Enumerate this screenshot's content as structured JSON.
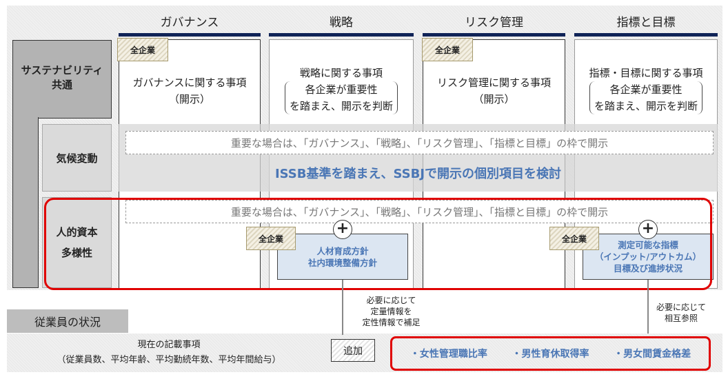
{
  "columns": [
    {
      "header": "ガバナンス",
      "title": "ガバナンスに関する事項",
      "sub": "（開示）",
      "tag": "全企業"
    },
    {
      "header": "戦略",
      "title": "戦略に関する事項",
      "sub1": "各企業が重要性",
      "sub2": "を踏まえ、開示を判断"
    },
    {
      "header": "リスク管理",
      "title": "リスク管理に関する事項",
      "sub": "（開示）",
      "tag": "全企業"
    },
    {
      "header": "指標と目標",
      "title": "指標・目標に関する事項",
      "sub1": "各企業が重要性",
      "sub2": "を踏まえ、開示を判断"
    }
  ],
  "rows": {
    "common": {
      "line1": "サステナビリティ",
      "line2": "共通"
    },
    "climate": {
      "label": "気候変動",
      "note": "重要な場合は、「ガバナンス」、「戦略」、「リスク管理」、「指標と目標」の枠で開示",
      "issb": "ISSB基準を踏まえ、SSBJで開示の個別項目を検討"
    },
    "human": {
      "line1": "人的資本",
      "line2": "多様性",
      "note": "重要な場合は、「ガバナンス」、「戦略」、「リスク管理」、「指標と目標」の枠で開示",
      "strategy_box": {
        "tag": "全企業",
        "plus": "+",
        "line1": "人材育成方針",
        "line2": "社内環境整備方針"
      },
      "metrics_box": {
        "tag": "全企業",
        "plus": "+",
        "line1": "測定可能な指標",
        "line2": "（インプット/アウトカム）",
        "line3": "目標及び進捗状況"
      }
    }
  },
  "connectors": {
    "left": [
      "必要に応じて",
      "定量情報を",
      "定性情報で補足"
    ],
    "right": [
      "必要に応じて",
      "相互参照"
    ]
  },
  "employees": {
    "label": "従業員の状況",
    "current_title": "現在の記載事項",
    "current_items": "（従業員数、平均年齢、平均勤続年数、平均年間給与）",
    "add_label": "追加",
    "added": [
      "・女性管理職比率",
      "・男性育休取得率",
      "・男女間賃金格差"
    ]
  }
}
